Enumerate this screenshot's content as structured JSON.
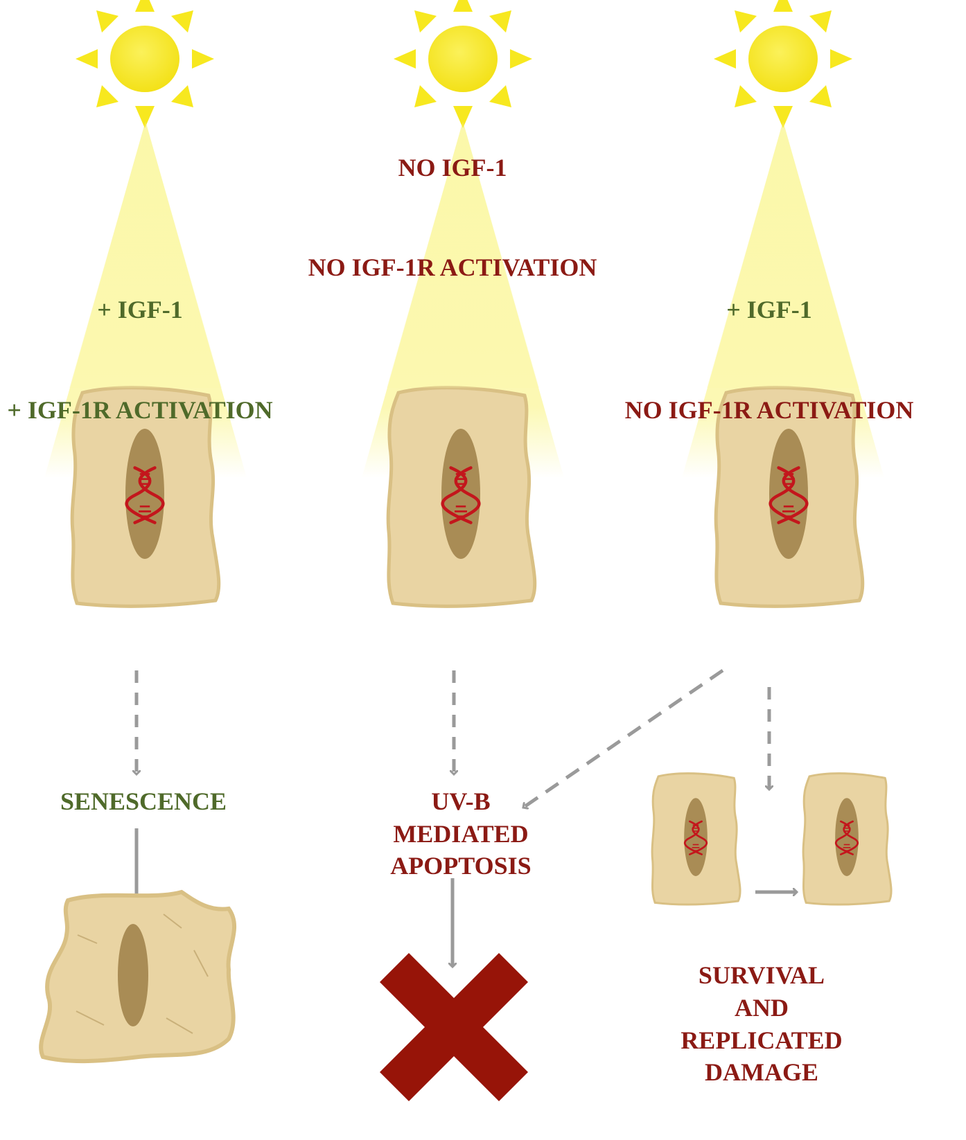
{
  "colors": {
    "sun": "#f7e81f",
    "beam": "#fbf7a6",
    "cell_fill": "#e9d4a3",
    "cell_edge": "#d9c084",
    "nucleus": "#a98c55",
    "dna": "#c3161c",
    "arrow": "#9a9a9a",
    "positive_text": "#4f6a2a",
    "negative_text": "#8b1a14",
    "cross": "#971408"
  },
  "icons": [
    "sun-icon",
    "dna-icon",
    "cross-icon",
    "cell-icon"
  ],
  "panels": {
    "left": {
      "igf1": "+ IGF-1",
      "igf1r": "+ IGF-1R ACTIVATION",
      "outcome": "SENESCENCE"
    },
    "middle": {
      "igf1": "NO IGF-1",
      "igf1r": "NO IGF-1R ACTIVATION",
      "outcome": [
        "UV-B",
        "MEDIATED",
        "APOPTOSIS"
      ]
    },
    "right": {
      "igf1": "+ IGF-1",
      "igf1r": "NO IGF-1R ACTIVATION",
      "outcome": [
        "SURVIVAL",
        "AND",
        "REPLICATED",
        "DAMAGE"
      ]
    }
  }
}
